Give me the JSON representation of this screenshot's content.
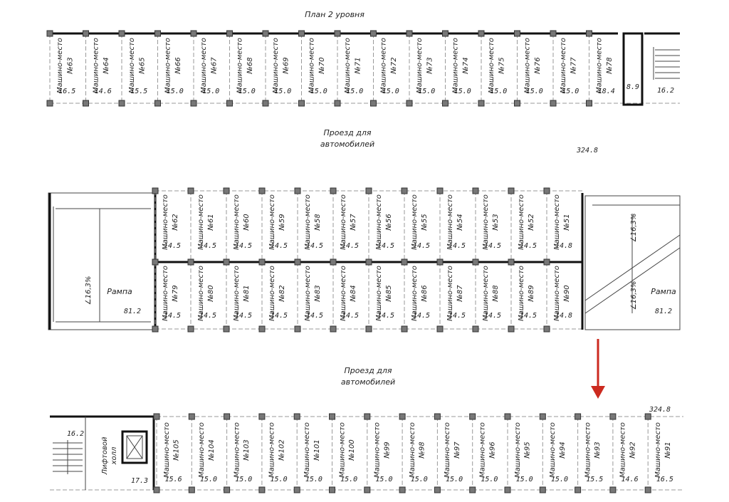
{
  "title": "План 2 уровня",
  "space_prefix": "Машино-место",
  "driveway_label": [
    "Проезд для",
    "автомобилей"
  ],
  "level_mark": "324.8",
  "ramp_label": "Рампа",
  "ramp_slope": "∠16,3%",
  "ramp_area": "81.2",
  "lift_label": [
    "Лифтовой",
    "холл"
  ],
  "lift_area": "17.3",
  "stair_top_area": "16.2",
  "stair_bottom_area": "16.2",
  "shaft_area": "8.9",
  "colors": {
    "arrow": "#cc2a1f",
    "wall": "#111111",
    "grid": "#9a9a9a"
  },
  "rows": {
    "top": [
      {
        "num": "№63",
        "area": "16.5"
      },
      {
        "num": "№64",
        "area": "14.6"
      },
      {
        "num": "№65",
        "area": "15.5"
      },
      {
        "num": "№66",
        "area": "15.0"
      },
      {
        "num": "№67",
        "area": "15.0"
      },
      {
        "num": "№68",
        "area": "15.0"
      },
      {
        "num": "№69",
        "area": "15.0"
      },
      {
        "num": "№70",
        "area": "15.0"
      },
      {
        "num": "№71",
        "area": "15.0"
      },
      {
        "num": "№72",
        "area": "15.0"
      },
      {
        "num": "№73",
        "area": "15.0"
      },
      {
        "num": "№74",
        "area": "15.0"
      },
      {
        "num": "№75",
        "area": "15.0"
      },
      {
        "num": "№76",
        "area": "15.0"
      },
      {
        "num": "№77",
        "area": "15.0"
      },
      {
        "num": "№78",
        "area": "18.4"
      }
    ],
    "middle_upper": [
      {
        "num": "№62",
        "area": "14.5"
      },
      {
        "num": "№61",
        "area": "14.5"
      },
      {
        "num": "№60",
        "area": "14.5"
      },
      {
        "num": "№59",
        "area": "14.5"
      },
      {
        "num": "№58",
        "area": "14.5"
      },
      {
        "num": "№57",
        "area": "14.5"
      },
      {
        "num": "№56",
        "area": "14.5"
      },
      {
        "num": "№55",
        "area": "14.5"
      },
      {
        "num": "№54",
        "area": "14.5"
      },
      {
        "num": "№53",
        "area": "14.5"
      },
      {
        "num": "№52",
        "area": "14.5"
      },
      {
        "num": "№51",
        "area": "14.8"
      }
    ],
    "middle_lower": [
      {
        "num": "№79",
        "area": "14.5"
      },
      {
        "num": "№80",
        "area": "14.5"
      },
      {
        "num": "№81",
        "area": "14.5"
      },
      {
        "num": "№82",
        "area": "14.5"
      },
      {
        "num": "№83",
        "area": "14.5"
      },
      {
        "num": "№84",
        "area": "14.5"
      },
      {
        "num": "№85",
        "area": "14.5"
      },
      {
        "num": "№86",
        "area": "14.5"
      },
      {
        "num": "№87",
        "area": "14.5"
      },
      {
        "num": "№88",
        "area": "14.5"
      },
      {
        "num": "№89",
        "area": "14.5"
      },
      {
        "num": "№90",
        "area": "14.8"
      }
    ],
    "bottom": [
      {
        "num": "№105",
        "area": "15.6"
      },
      {
        "num": "№104",
        "area": "15.0"
      },
      {
        "num": "№103",
        "area": "15.0"
      },
      {
        "num": "№102",
        "area": "15.0"
      },
      {
        "num": "№101",
        "area": "15.0"
      },
      {
        "num": "№100",
        "area": "15.0"
      },
      {
        "num": "№99",
        "area": "15.0"
      },
      {
        "num": "№98",
        "area": "15.0"
      },
      {
        "num": "№97",
        "area": "15.0"
      },
      {
        "num": "№96",
        "area": "15.0"
      },
      {
        "num": "№95",
        "area": "15.0"
      },
      {
        "num": "№94",
        "area": "15.0"
      },
      {
        "num": "№93",
        "area": "15.5"
      },
      {
        "num": "№92",
        "area": "14.6"
      },
      {
        "num": "№91",
        "area": "16.5"
      }
    ]
  }
}
